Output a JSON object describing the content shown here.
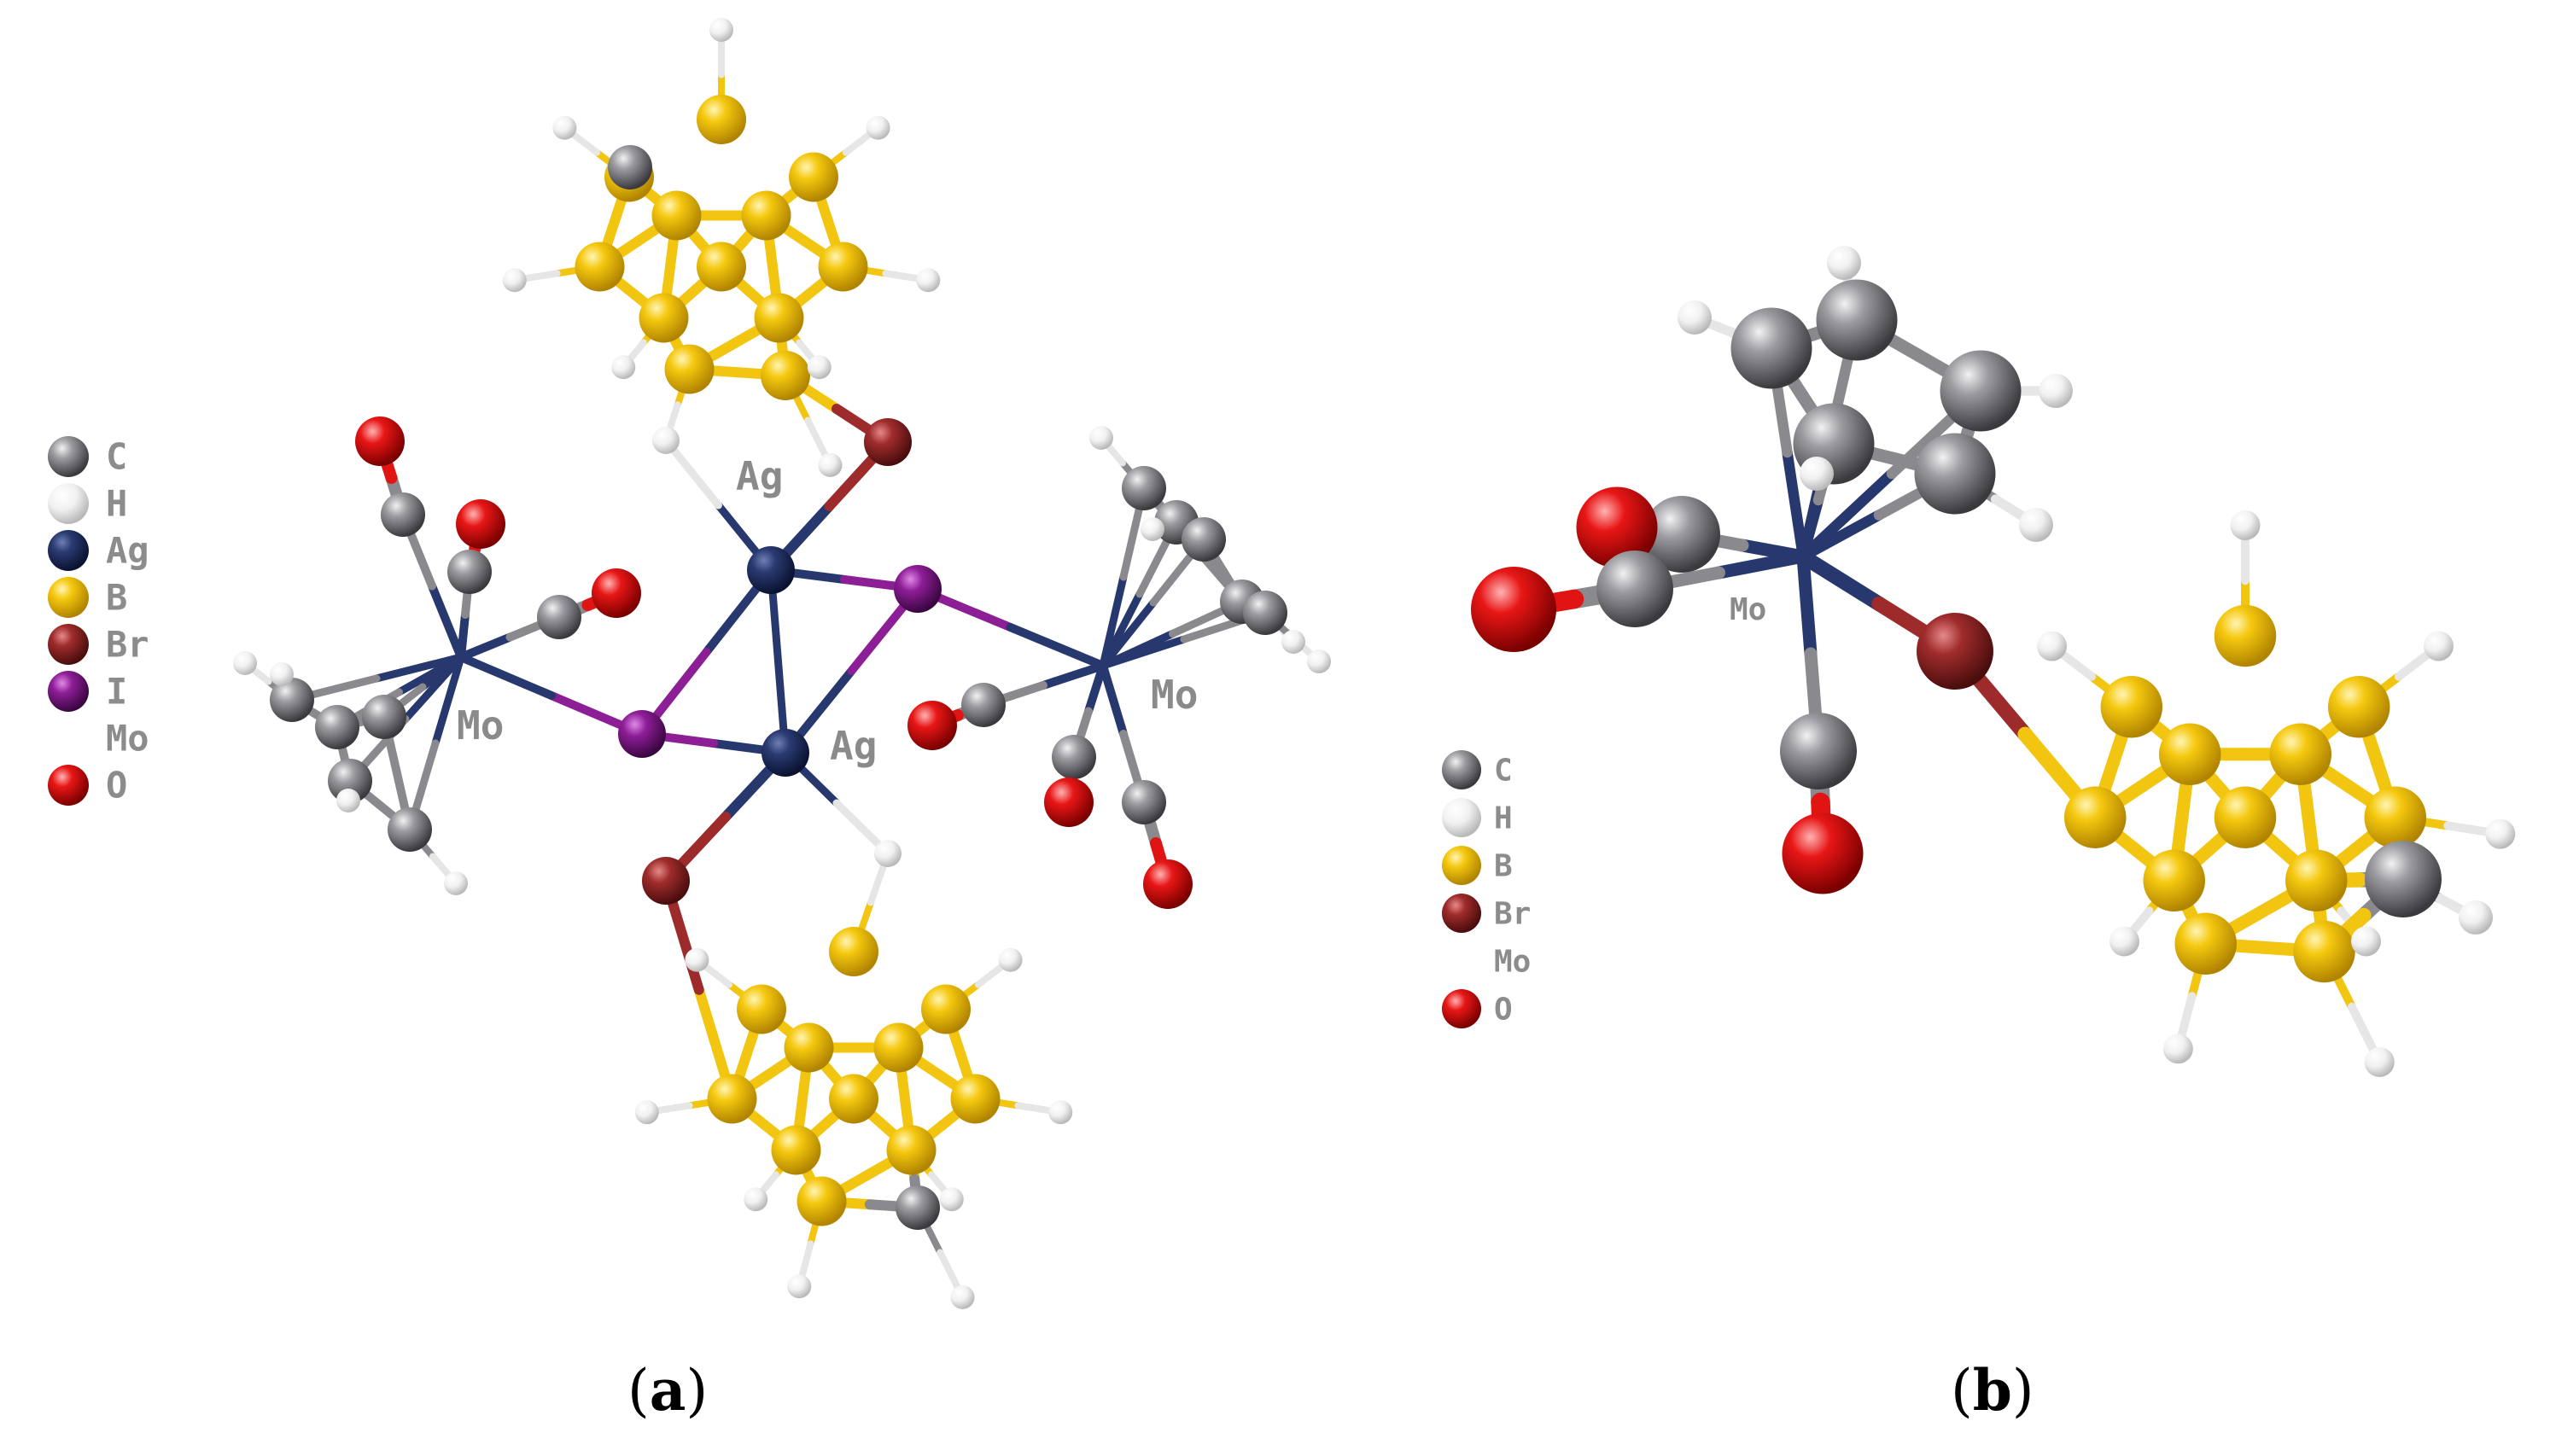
{
  "legend_a": [
    {
      "label": "C",
      "color": "#8e8e92"
    },
    {
      "label": "H",
      "color": "#eeeeee"
    },
    {
      "label": "Ag",
      "color": "#27386e"
    },
    {
      "label": "B",
      "color": "#f2c511"
    },
    {
      "label": "Br",
      "color": "#9e2b2b"
    },
    {
      "label": "I",
      "color": "#8c1e96"
    },
    {
      "label": "Mo",
      "color": "#27386e"
    },
    {
      "label": "O",
      "color": "#e11414"
    }
  ],
  "legend_b": [
    {
      "label": "C",
      "color": "#8e8e92"
    },
    {
      "label": "H",
      "color": "#eeeeee"
    },
    {
      "label": "B",
      "color": "#f2c511"
    },
    {
      "label": "Br",
      "color": "#9e2b2b"
    },
    {
      "label": "Mo",
      "color": "#27386e"
    },
    {
      "label": "O",
      "color": "#e11414"
    }
  ],
  "atom_labels_a": {
    "ag_top": "Ag",
    "ag_bottom": "Ag",
    "mo_left": "Mo",
    "mo_right": "Mo"
  },
  "atom_labels_b": {
    "mo": "Mo"
  },
  "panel_a": {
    "open": "(",
    "letter": "a",
    "close": ")"
  },
  "panel_b": {
    "open": "(",
    "letter": "b",
    "close": ")"
  }
}
